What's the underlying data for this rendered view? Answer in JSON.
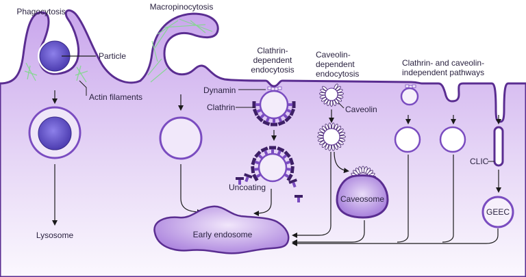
{
  "colors": {
    "membrane": "#5a2d91",
    "cytoplasm_top": "#c9a6ec",
    "cytoplasm_bottom": "#f6effc",
    "particle": "#5b4bc4",
    "vesicle_fill": "#f3ecfa",
    "actin": "#7fd98a",
    "clathrin_dark": "#3d1f66",
    "clathrin_light": "#7a4cc0",
    "arrow": "#1a1a1a"
  },
  "pathways": {
    "phagocytosis": {
      "title": "Phagocytosis",
      "particle_label": "Particle",
      "actin_label": "Actin filaments",
      "destination": "Lysosome"
    },
    "macropinocytosis": {
      "title": "Macropinocytosis"
    },
    "clathrin": {
      "title_line1": "Clathrin-",
      "title_line2": "dependent",
      "title_line3": "endocytosis",
      "dynamin_label": "Dynamin",
      "clathrin_label": "Clathrin",
      "uncoating_label": "Uncoating"
    },
    "caveolin": {
      "title_line1": "Caveolin-",
      "title_line2": "dependent",
      "title_line3": "endocytosis",
      "caveolin_label": "Caveolin",
      "caveosome_label": "Caveosome"
    },
    "independent": {
      "title_line1": "Clathrin- and caveolin-",
      "title_line2": "independent pathways",
      "clic_label": "CLIC",
      "geec_label": "GEEC"
    }
  },
  "early_endosome_label": "Early endosome"
}
